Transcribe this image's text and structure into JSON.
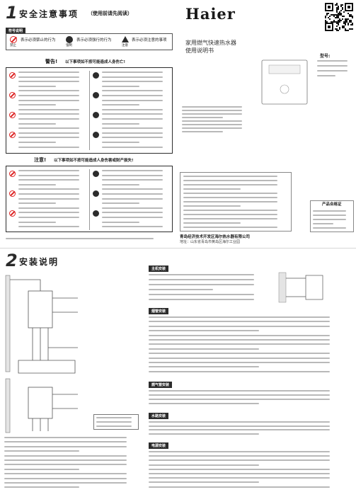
{
  "section1": {
    "number": "1",
    "title": "安全注意事项",
    "subtitle": "（使用前请先阅读）"
  },
  "symbols": {
    "title": "符号说明",
    "items": [
      {
        "label": "禁止",
        "desc": "表示必须禁止的行为"
      },
      {
        "label": "强制",
        "desc": "表示必须强行的行为"
      },
      {
        "label": "注意",
        "desc": "表示必须注意的事项"
      }
    ]
  },
  "warning": {
    "label": "警告!",
    "text": "以下事项如不按可能造成人身伤亡!"
  },
  "caution": {
    "label": "注意!",
    "text": "以下事项如不按可能造成人身伤害或财产损失!"
  },
  "cover": {
    "brand": "Haier",
    "product": "家用燃气快速热水器",
    "doc": "使用说明书",
    "model_label": "型号:"
  },
  "certificate": {
    "title": "产品合格证"
  },
  "company": {
    "name": "青岛经济技术开发区海尔热水器有限公司",
    "address": "地址：山东省青岛市黄岛区海尔工业园"
  },
  "section2": {
    "number": "2",
    "title": "安装说明"
  },
  "install_sections": {
    "main_unit": "主机安装",
    "flue": "烟管安装",
    "gas_pipe": "燃气管安装",
    "water": "水路安装",
    "power": "电源安装"
  },
  "colors": {
    "prohibit": "#d22222",
    "dark": "#2c2c2c",
    "brand": "#1a1a1a"
  }
}
